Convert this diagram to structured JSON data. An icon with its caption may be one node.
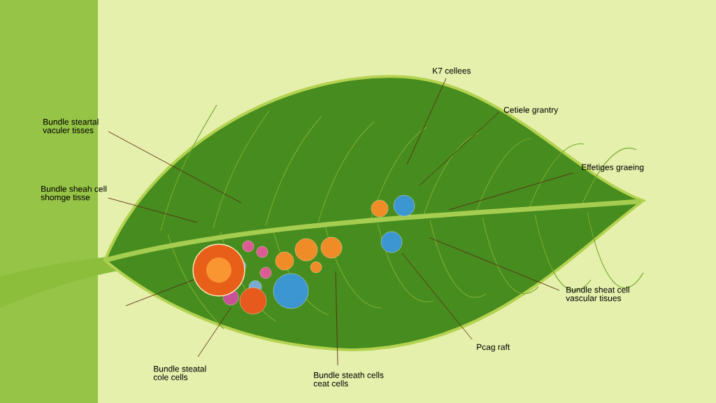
{
  "diagram": {
    "nodes": [
      {
        "text": [
          "Bundle steartal vaculer tisses"
        ]
      },
      {
        "text": [
          "Bundle sheah cell shomge tisse"
        ]
      },
      {
        "text": [
          "K7 cellees"
        ]
      },
      {
        "text": [
          "Cetiele grantry"
        ]
      },
      {
        "text": [
          "Effetiges graeing"
        ]
      },
      {
        "text": [
          "Bundle sheat cell vascular tisues"
        ]
      },
      {
        "text": [
          "Pcag raft"
        ]
      },
      {
        "text": [
          "Bundle steath cells ceat cells"
        ]
      },
      {
        "text": [
          "Bundle steatal cole cells"
        ]
      },
      {
        "text": [],
        "shape": "circle"
      }
    ],
    "edges": [
      {
        "from": 0,
        "to": null,
        "arrow": "none"
      },
      {
        "from": 1,
        "to": null,
        "arrow": "none"
      },
      {
        "from": 2,
        "to": null,
        "arrow": "none"
      },
      {
        "from": 3,
        "to": null,
        "arrow": "none"
      },
      {
        "from": 4,
        "to": null,
        "arrow": "none"
      },
      {
        "from": 5,
        "to": null,
        "arrow": "none"
      },
      {
        "from": 6,
        "to": null,
        "arrow": "none"
      },
      {
        "from": 7,
        "to": null,
        "arrow": "none"
      },
      {
        "from": 8,
        "to": null,
        "arrow": "none"
      },
      {
        "from": null,
        "to": 9,
        "arrow": "none"
      }
    ]
  }
}
